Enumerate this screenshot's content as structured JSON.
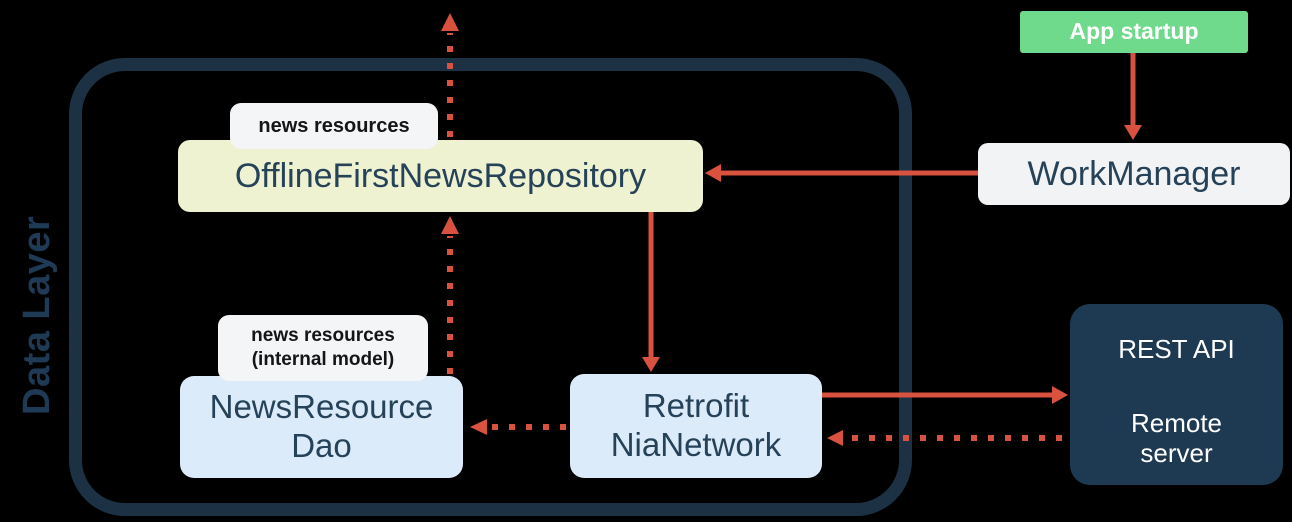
{
  "diagram": {
    "region_label": "Data Layer",
    "background_color": "#000000",
    "boundary_color": "#1c3143",
    "arrow_color": "#d8523f",
    "accent_colors": {
      "repository_fill": "#eef2d0",
      "database_fill": "#dcebfa",
      "workmanager_fill": "#f2f3f5",
      "remote_fill": "#1e3a52",
      "startup_fill": "#6fd98c",
      "tag_fill": "#f4f5f7",
      "node_text": "#254258"
    }
  },
  "nodes": {
    "repository": {
      "label": "OfflineFirstNewsRepository"
    },
    "repository_tag": {
      "label": "news resources"
    },
    "dao": {
      "line1": "NewsResource",
      "line2": "Dao"
    },
    "dao_tag": {
      "line1": "news resources",
      "line2": "(internal model)"
    },
    "network": {
      "line1": "Retrofit",
      "line2": "NiaNetwork"
    },
    "workmanager": {
      "label": "WorkManager"
    },
    "app_startup": {
      "label": "App startup"
    },
    "remote_server": {
      "title": "REST API",
      "line1": "Remote",
      "line2": "server"
    }
  },
  "arrows": [
    {
      "from": "app_startup",
      "to": "workmanager",
      "style": "solid"
    },
    {
      "from": "workmanager",
      "to": "repository",
      "style": "solid"
    },
    {
      "from": "repository",
      "to": "network",
      "style": "solid"
    },
    {
      "from": "network",
      "to": "remote_server",
      "style": "solid"
    },
    {
      "from": "remote_server",
      "to": "network",
      "style": "dotted"
    },
    {
      "from": "network",
      "to": "dao",
      "style": "dotted"
    },
    {
      "from": "dao",
      "to": "repository",
      "style": "dotted"
    },
    {
      "from": "repository",
      "to": "upper-layer",
      "style": "dotted"
    }
  ]
}
